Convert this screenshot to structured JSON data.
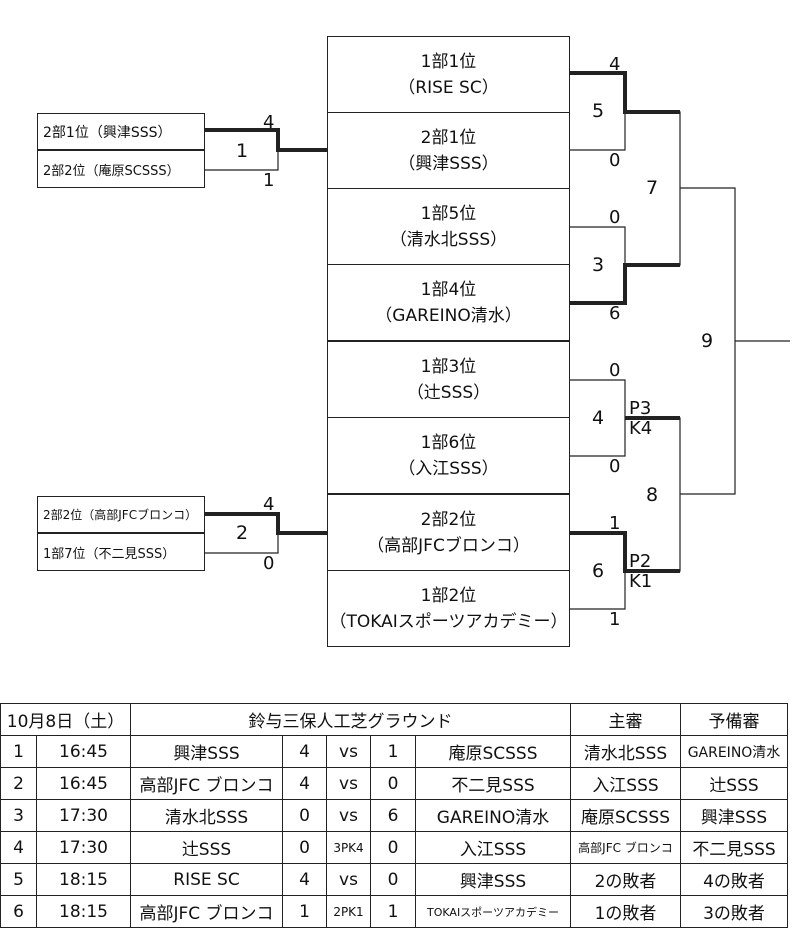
{
  "bracket": {
    "teams": [
      {
        "rank": "1部1位",
        "name": "（RISE SC）"
      },
      {
        "rank": "2部1位",
        "name": "（興津SSS）"
      },
      {
        "rank": "1部5位",
        "name": "（清水北SSS）"
      },
      {
        "rank": "1部4位",
        "name": "（GAREINO清水）"
      },
      {
        "rank": "1部3位",
        "name": "（辻SSS）"
      },
      {
        "rank": "1部6位",
        "name": "（入江SSS）"
      },
      {
        "rank": "2部2位",
        "name": "（高部JFCブロンコ）"
      },
      {
        "rank": "1部2位",
        "name": "（TOKAIスポーツアカデミー）"
      }
    ],
    "prelim": [
      {
        "top": "2部1位（興津SSS）",
        "bottom": "2部2位（庵原SCSSS）",
        "match": "1",
        "score_top": "4",
        "score_bottom": "1"
      },
      {
        "top": "2部2位（高部JFCブロンコ）",
        "bottom": "1部7位（不二見SSS）",
        "match": "2",
        "score_top": "4",
        "score_bottom": "0"
      }
    ],
    "matches": {
      "m5": {
        "label": "5",
        "score_top": "4",
        "score_bottom": "0"
      },
      "m3": {
        "label": "3",
        "score_top": "0",
        "score_bottom": "6"
      },
      "m4": {
        "label": "4",
        "score_top": "0",
        "score_bottom": "0",
        "pk_top": "P3",
        "pk_bottom": "K4"
      },
      "m6": {
        "label": "6",
        "score_top": "1",
        "score_bottom": "1",
        "pk_top": "P2",
        "pk_bottom": "K1"
      },
      "m7": {
        "label": "7"
      },
      "m8": {
        "label": "8"
      },
      "m9": {
        "label": "9"
      }
    }
  },
  "schedule": {
    "header": {
      "date": "10月8日（土）",
      "venue": "鈴与三保人工芝グラウンド",
      "referee": "主審",
      "reserve": "予備審"
    },
    "rows": [
      {
        "no": "1",
        "time": "16:45",
        "home": "興津SSS",
        "hs": "4",
        "vs": "vs",
        "as": "1",
        "away": "庵原SCSSS",
        "ref": "清水北SSS",
        "res": "GAREINO清水"
      },
      {
        "no": "2",
        "time": "16:45",
        "home": "高部JFC ブロンコ",
        "hs": "4",
        "vs": "vs",
        "as": "0",
        "away": "不二見SSS",
        "ref": "入江SSS",
        "res": "辻SSS"
      },
      {
        "no": "3",
        "time": "17:30",
        "home": "清水北SSS",
        "hs": "0",
        "vs": "vs",
        "as": "6",
        "away": "GAREINO清水",
        "ref": "庵原SCSSS",
        "res": "興津SSS"
      },
      {
        "no": "4",
        "time": "17:30",
        "home": "辻SSS",
        "hs": "0",
        "vs": "3PK4",
        "as": "0",
        "away": "入江SSS",
        "ref": "高部JFC ブロンコ",
        "res": "不二見SSS"
      },
      {
        "no": "5",
        "time": "18:15",
        "home": "RISE SC",
        "hs": "4",
        "vs": "vs",
        "as": "0",
        "away": "興津SSS",
        "ref": "2の敗者",
        "res": "4の敗者"
      },
      {
        "no": "6",
        "time": "18:15",
        "home": "高部JFC ブロンコ",
        "hs": "1",
        "vs": "2PK1",
        "as": "1",
        "away": "TOKAIスポーツアカデミー",
        "ref": "1の敗者",
        "res": "3の敗者"
      }
    ]
  }
}
